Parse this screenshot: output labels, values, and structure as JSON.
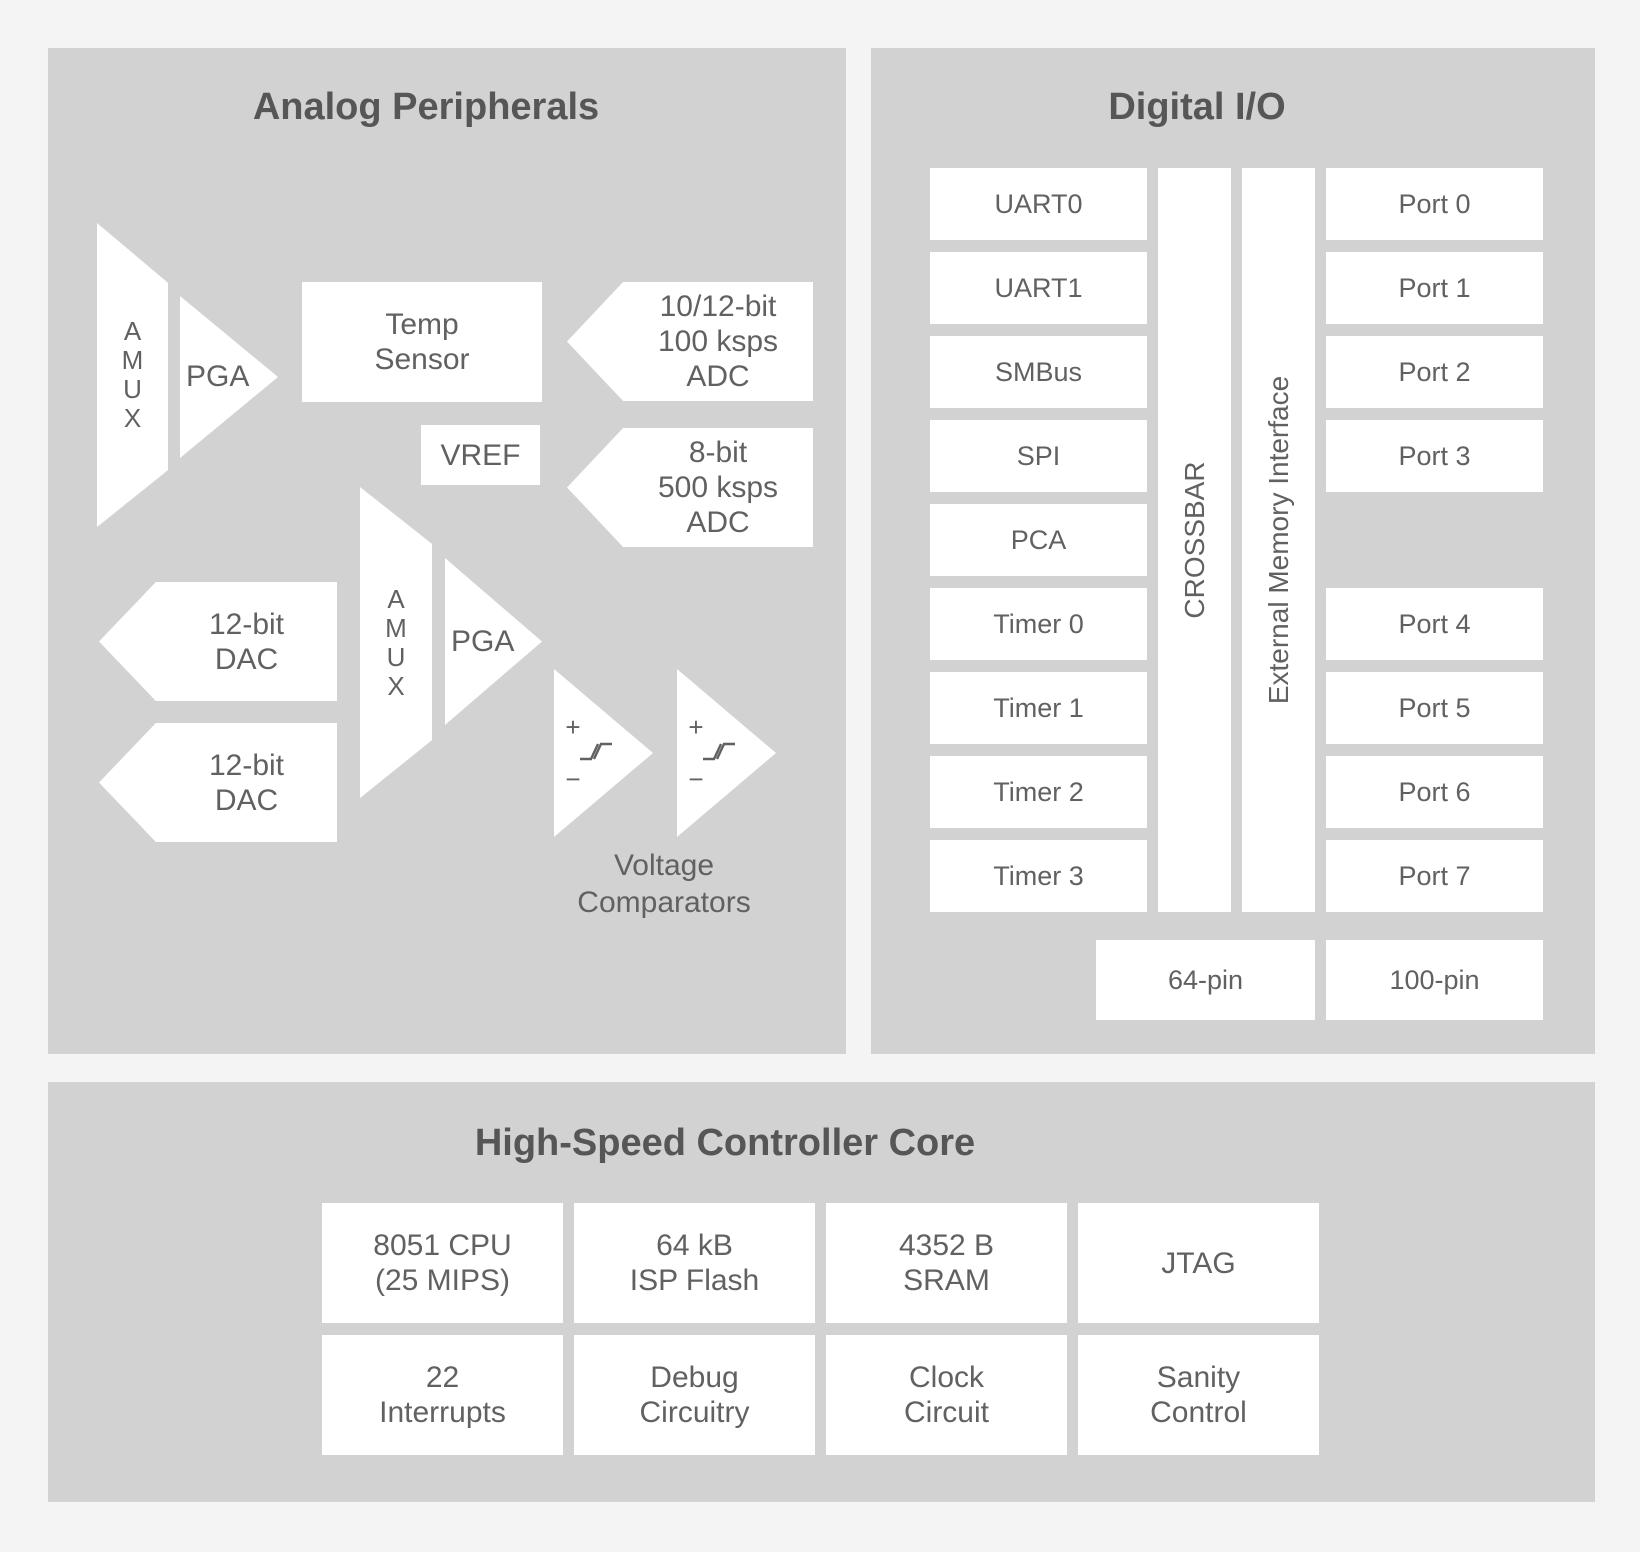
{
  "colors": {
    "background": "#f4f4f4",
    "panel": "#d2d2d2",
    "box": "#ffffff",
    "label_text": "#616161",
    "title_text": "#565656"
  },
  "analog": {
    "title": "Analog Peripherals",
    "amux_letters": [
      "A",
      "M",
      "U",
      "X"
    ],
    "pga_label": "PGA",
    "temp_sensor": {
      "line1": "Temp",
      "line2": "Sensor"
    },
    "vref_label": "VREF",
    "adc1": {
      "line1": "10/12-bit",
      "line2": "100 ksps ADC"
    },
    "adc2": {
      "line1": "8-bit",
      "line2": "500 ksps ADC"
    },
    "dac1": {
      "line1": "12-bit",
      "line2": "DAC"
    },
    "dac2": {
      "line1": "12-bit",
      "line2": "DAC"
    },
    "comparator": {
      "plus": "+",
      "minus": "−"
    },
    "comparators_caption": {
      "line1": "Voltage",
      "line2": "Comparators"
    }
  },
  "digital": {
    "title": "Digital I/O",
    "peripherals": [
      "UART0",
      "UART1",
      "SMBus",
      "SPI",
      "PCA",
      "Timer 0",
      "Timer 1",
      "Timer 2",
      "Timer 3"
    ],
    "crossbar_label": "CROSSBAR",
    "emi_label": "External Memory Interface",
    "ports": [
      "Port 0",
      "Port 1",
      "Port 2",
      "Port 3",
      "Port 4",
      "Port 5",
      "Port 6",
      "Port 7"
    ],
    "packages": [
      "64-pin",
      "100-pin"
    ]
  },
  "core": {
    "title": "High-Speed Controller Core",
    "row1": [
      {
        "line1": "8051 CPU",
        "line2": "(25 MIPS)"
      },
      {
        "line1": "64 kB",
        "line2": "ISP Flash"
      },
      {
        "line1": "4352 B",
        "line2": "SRAM"
      },
      {
        "line1": "JTAG",
        "line2": ""
      }
    ],
    "row2": [
      {
        "line1": "22",
        "line2": "Interrupts"
      },
      {
        "line1": "Debug",
        "line2": "Circuitry"
      },
      {
        "line1": "Clock",
        "line2": "Circuit"
      },
      {
        "line1": "Sanity",
        "line2": "Control"
      }
    ]
  }
}
